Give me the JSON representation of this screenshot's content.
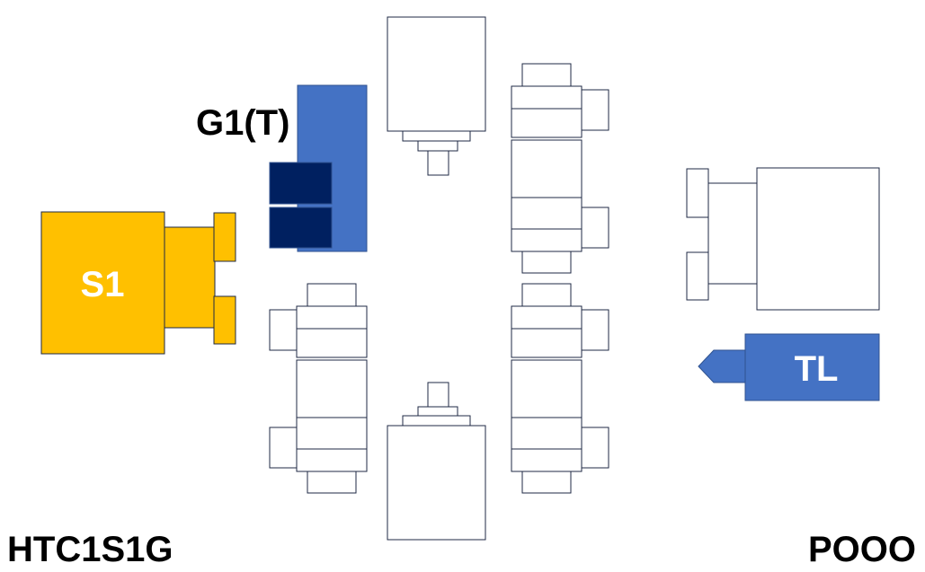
{
  "labels": {
    "source": "S1",
    "gun": "G1(T)",
    "target": "TL",
    "left_code": "HTC1S1G",
    "right_code": "POOO"
  },
  "colors": {
    "source_fill": "#ffc000",
    "gun_fill": "#4472c4",
    "gun_blocks_fill": "#002060",
    "target_fill": "#4472c4",
    "outline": "#1f2a44"
  }
}
